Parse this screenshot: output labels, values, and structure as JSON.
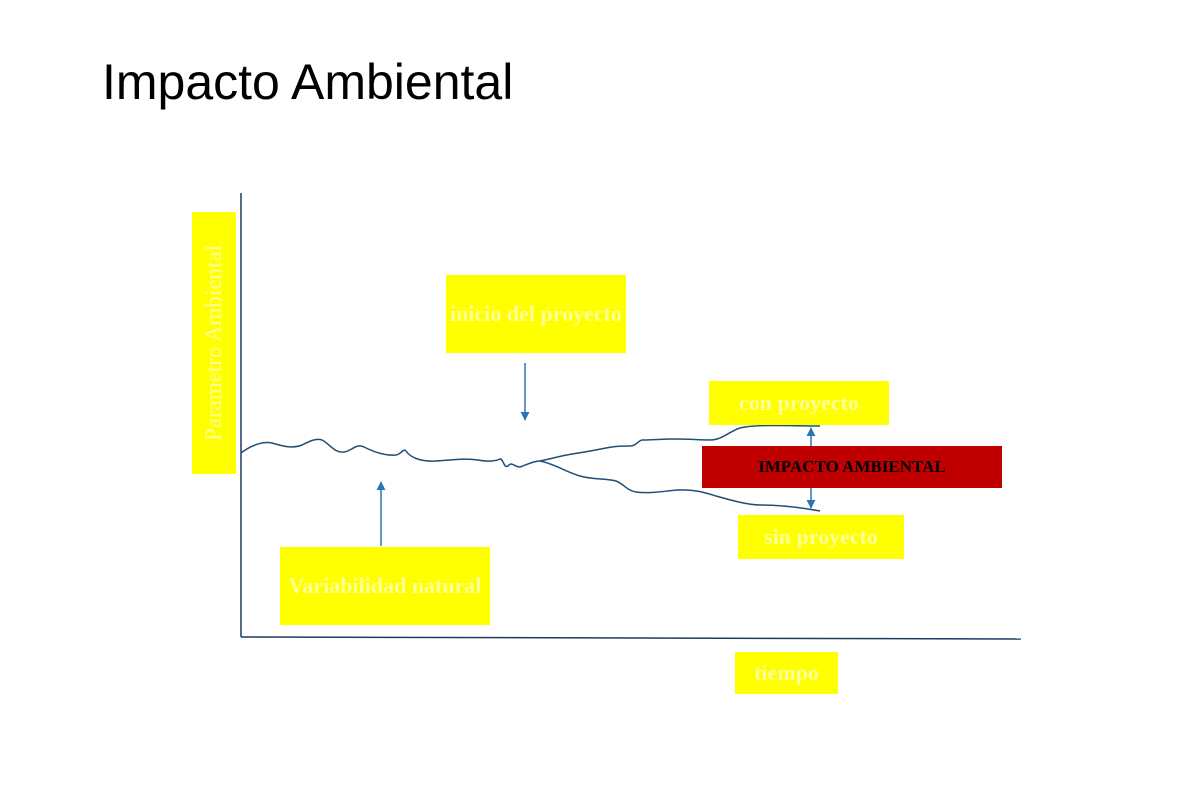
{
  "title": "Impacto Ambiental",
  "diagram": {
    "y_axis_label": "Parametro Ambiental",
    "x_axis_label": "tiempo",
    "annotations": {
      "project_start": "inicio del proyecto",
      "natural_variability": "Variabilidad natural",
      "with_project": "con  proyecto",
      "without_project": "sin proyecto",
      "impact": "IMPACTO AMBIENTAL"
    },
    "colors": {
      "label_background": "#ffff00",
      "label_text": "#ffff99",
      "impact_background": "#c00000",
      "line": "#1f4e79",
      "arrow": "#2e75b6"
    }
  }
}
